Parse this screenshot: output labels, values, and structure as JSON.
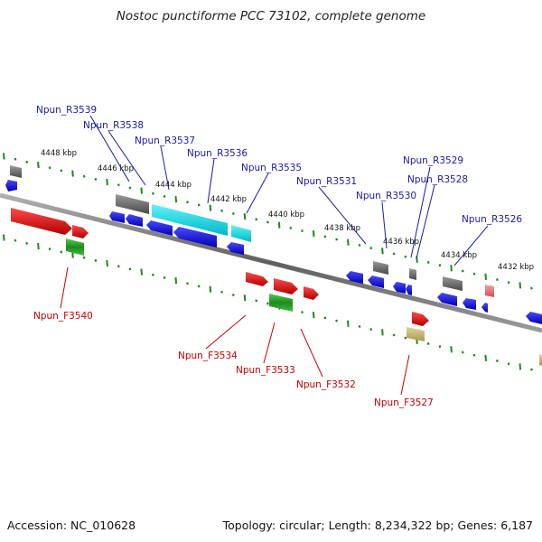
{
  "title": "Nostoc punctiforme PCC 73102, complete genome",
  "accession": "Accession: NC_010628",
  "stats": "Topology: circular; Length: 8,234,322 bp; Genes: 6,187",
  "kbp_labels": [
    "4448 kbp",
    "4446 kbp",
    "4444 kbp",
    "4442 kbp",
    "4440 kbp",
    "4438 kbp",
    "4436 kbp",
    "4434 kbp",
    "4432 kbp"
  ],
  "reverse_labels": [
    "Npun_R3539",
    "Npun_R3538",
    "Npun_R3537",
    "Npun_R3536",
    "Npun_R3535",
    "Npun_R3531",
    "Npun_R3530",
    "Npun_R3529",
    "Npun_R3528",
    "Npun_R3526"
  ],
  "forward_labels": [
    "Npun_F3540",
    "Npun_F3534",
    "Npun_F3533",
    "Npun_F3532",
    "Npun_F3527"
  ],
  "colors": {
    "blue": "#0000ee",
    "red": "#ee0000",
    "cyan": "#00e0e8",
    "green": "#22aa22",
    "gray": "#707070",
    "pink": "#f08080",
    "khaki": "#c8b870",
    "tick": "#1a8a1a",
    "label_reverse": "#1a1aa6",
    "label_forward": "#c80000"
  }
}
